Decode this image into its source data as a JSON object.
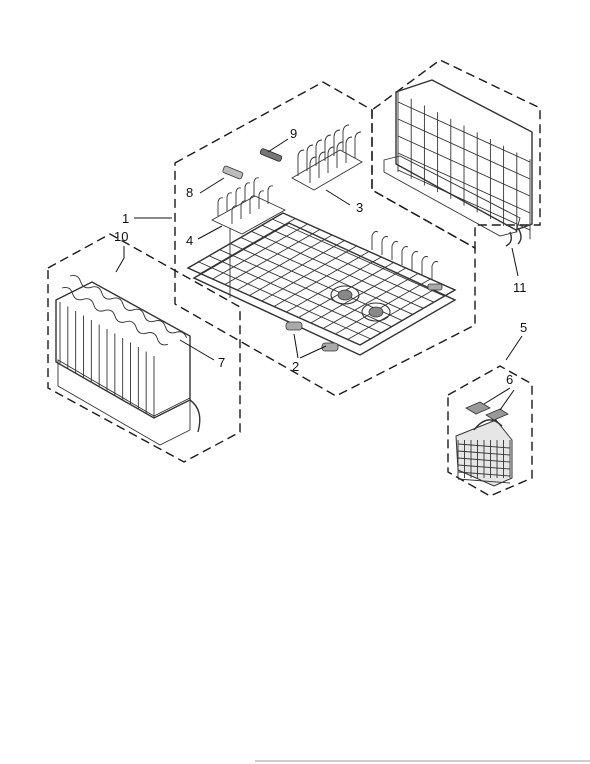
{
  "diagram": {
    "callouts": [
      {
        "id": "1",
        "text": "1"
      },
      {
        "id": "2",
        "text": "2"
      },
      {
        "id": "3",
        "text": "3"
      },
      {
        "id": "4",
        "text": "4"
      },
      {
        "id": "5",
        "text": "5"
      },
      {
        "id": "6",
        "text": "6"
      },
      {
        "id": "7",
        "text": "7"
      },
      {
        "id": "8",
        "text": "8"
      },
      {
        "id": "9",
        "text": "9"
      },
      {
        "id": "10",
        "text": "10"
      },
      {
        "id": "11",
        "text": "11"
      }
    ],
    "colors": {
      "line": "#1a1a1a",
      "wire": "#333333",
      "background": "#ffffff"
    }
  }
}
